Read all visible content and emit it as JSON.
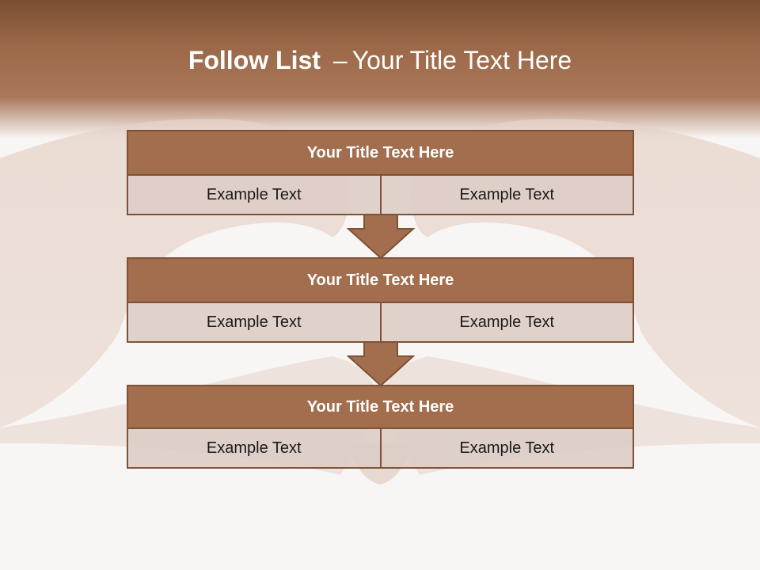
{
  "slide": {
    "title_bold": "Follow List",
    "title_sep": "–",
    "title_rest": "Your Title Text Here"
  },
  "blocks": [
    {
      "title": "Your Title Text Here",
      "cells": [
        "Example Text",
        "Example Text"
      ]
    },
    {
      "title": "Your Title Text Here",
      "cells": [
        "Example Text",
        "Example Text"
      ]
    },
    {
      "title": "Your Title Text Here",
      "cells": [
        "Example Text",
        "Example Text"
      ]
    }
  ],
  "colors": {
    "header_brown": "#a26e4d",
    "border_brown": "#7d5237",
    "cell_fill": "#ddcdc7",
    "background": "#f8f6f4"
  }
}
